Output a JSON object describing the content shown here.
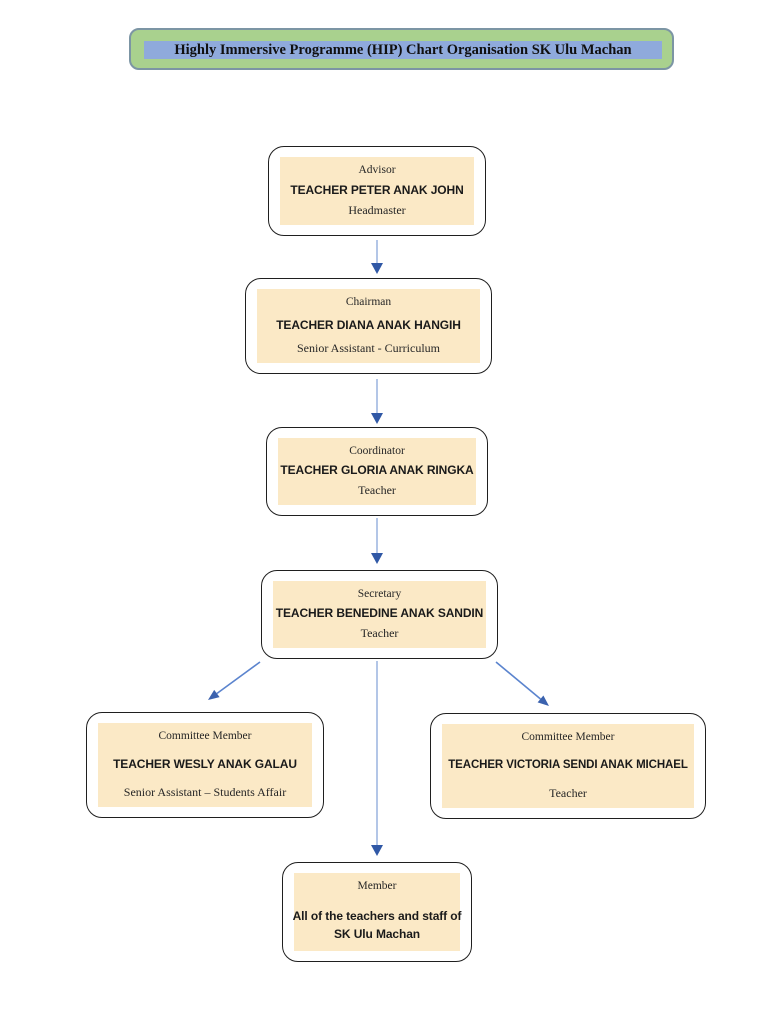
{
  "page": {
    "banner_title": "Highly Immersive Programme (HIP) Chart Organisation SK Ulu Machan"
  },
  "nodes": {
    "advisor": {
      "role": "Advisor",
      "name": "TEACHER PETER ANAK JOHN",
      "subtitle": "Headmaster"
    },
    "chairman": {
      "role": "Chairman",
      "name": "TEACHER DIANA ANAK HANGIH",
      "subtitle": "Senior Assistant - Curriculum"
    },
    "coordinator": {
      "role": "Coordinator",
      "name": "TEACHER GLORIA ANAK RINGKA",
      "subtitle": "Teacher"
    },
    "secretary": {
      "role": "Secretary",
      "name": "TEACHER BENEDINE ANAK SANDIN",
      "subtitle": "Teacher"
    },
    "committee_left": {
      "role": "Committee Member",
      "name": "TEACHER WESLY ANAK GALAU",
      "subtitle": "Senior Assistant – Students Affair"
    },
    "committee_right": {
      "role": "Committee Member",
      "name": "TEACHER VICTORIA SENDI ANAK MICHAEL",
      "subtitle": "Teacher"
    },
    "member": {
      "role": "Member",
      "name_line1": "All of the teachers and staff of",
      "name_line2": "SK Ulu Machan"
    }
  },
  "edges": [
    {
      "from": "advisor",
      "to": "chairman"
    },
    {
      "from": "chairman",
      "to": "coordinator"
    },
    {
      "from": "coordinator",
      "to": "secretary"
    },
    {
      "from": "secretary",
      "to": "committee_left"
    },
    {
      "from": "secretary",
      "to": "committee_right"
    },
    {
      "from": "secretary",
      "to": "member"
    }
  ],
  "colors": {
    "banner_fill": "#a9d18e",
    "banner_border": "#7c95a4",
    "banner_band": "#8faadc",
    "node_fill": "#fbe9c6",
    "node_border": "#1f1f1f",
    "arrow_line_light": "#b3c6e7",
    "arrow_head_dark": "#3058a6",
    "arrow_diagonal": "#5b84ce"
  }
}
